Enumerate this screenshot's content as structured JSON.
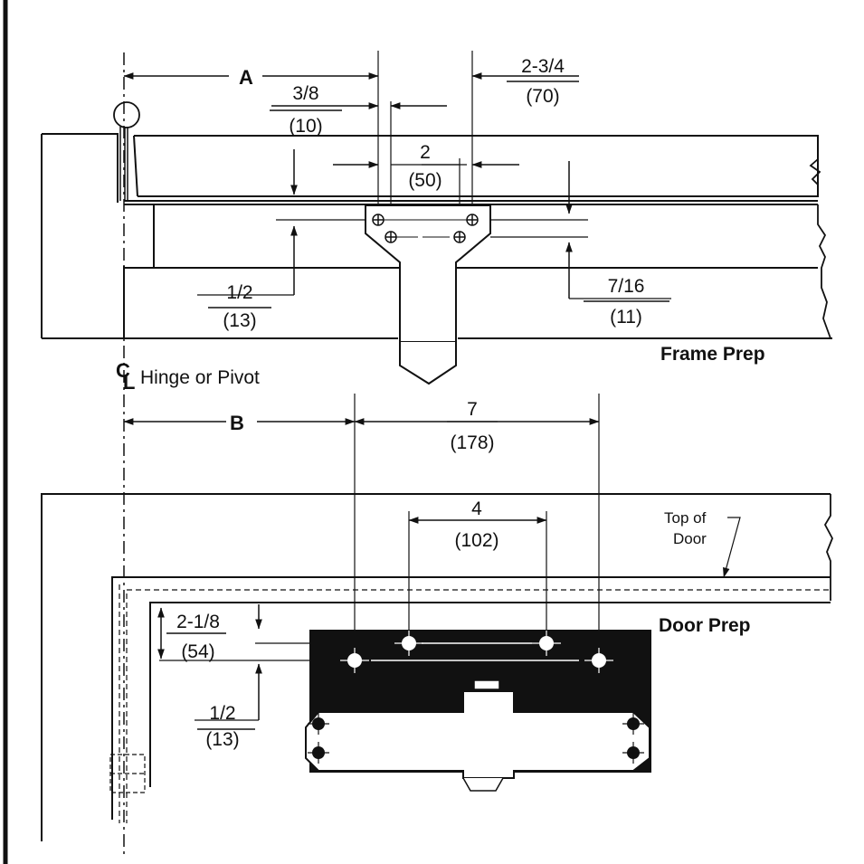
{
  "frame_prep": {
    "title": "Frame Prep",
    "dims": {
      "a_label": "A",
      "d38": "3/8",
      "d38_mm": "(10)",
      "d234": "2-3/4",
      "d234_mm": "(70)",
      "d2": "2",
      "d2_mm": "(50)",
      "d12": "1/2",
      "d12_mm": "(13)",
      "d716": "7/16",
      "d716_mm": "(11)"
    }
  },
  "hinge": {
    "symbol_top": "C",
    "symbol_bottom": "L",
    "label": "Hinge or Pivot"
  },
  "door_prep": {
    "title": "Door Prep",
    "top_of_door_line1": "Top of",
    "top_of_door_line2": "Door",
    "dims": {
      "b_label": "B",
      "d7": "7",
      "d7_mm": "(178)",
      "d4": "4",
      "d4_mm": "(102)",
      "d218": "2-1/8",
      "d218_mm": "(54)",
      "d12": "1/2",
      "d12_mm": "(13)"
    }
  },
  "colors": {
    "ink": "#111111",
    "plate": "#111111",
    "paper": "#ffffff"
  }
}
